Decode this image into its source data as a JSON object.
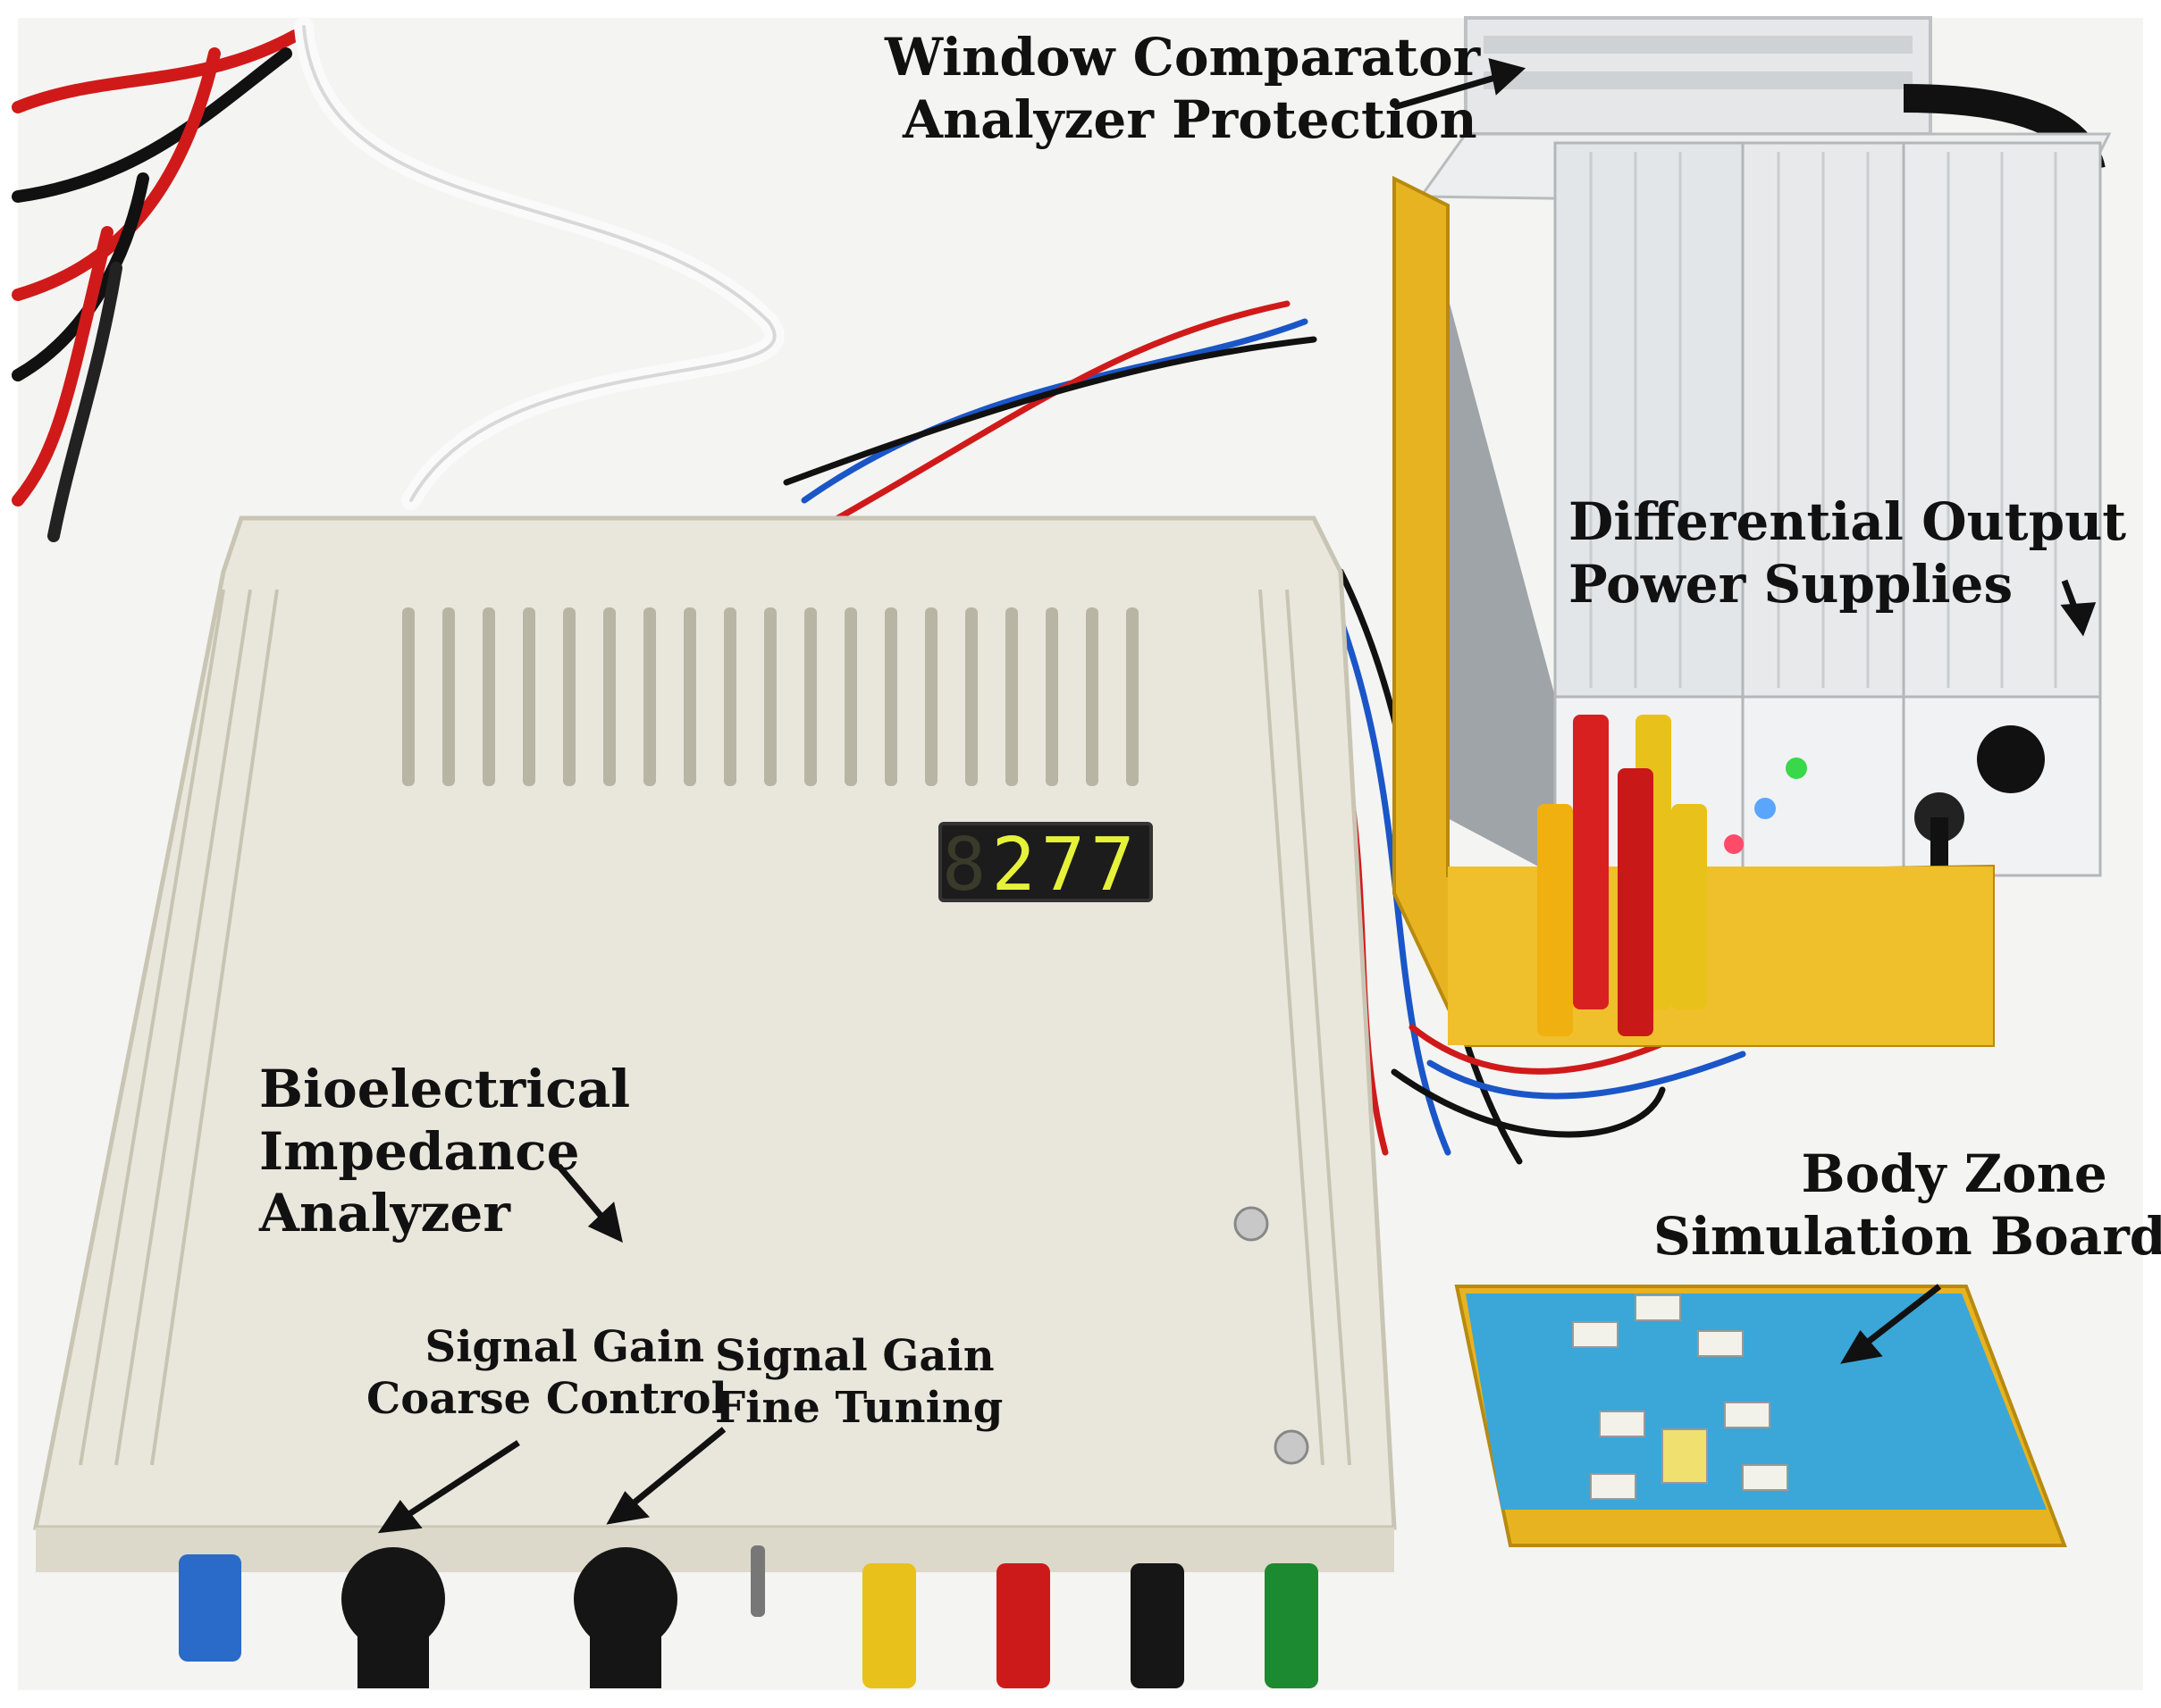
{
  "labels": {
    "window_comparator": [
      "Window Comparator",
      "Analyzer Protection"
    ],
    "differential_output": [
      "Differential Output",
      "Power Supplies"
    ],
    "bioelectrical": [
      "Bioelectrical",
      "Impedance",
      "Analyzer"
    ],
    "body_zone": [
      "Body Zone",
      "Simulation Board"
    ],
    "gain_coarse": [
      "Signal Gain",
      "Coarse Control"
    ],
    "gain_fine": [
      "Signal Gain",
      "Fine Tuning"
    ]
  },
  "display": {
    "reading": "277",
    "ghost_digit": "8"
  },
  "colors": {
    "analyzer_case": "#e9e7dc",
    "power_supply_case": "#d6d9dc",
    "yellow_base": "#e8b320",
    "display_digits": "#e6f23a",
    "sim_board": "#3aa7d8",
    "wire_red": "#d01a1a",
    "wire_blue": "#1a56c8",
    "wire_black": "#111111"
  },
  "icons": {
    "arrow": "arrow-icon",
    "knob": "knob-icon",
    "terminal": "binding-post-icon",
    "led": "led-icon"
  }
}
